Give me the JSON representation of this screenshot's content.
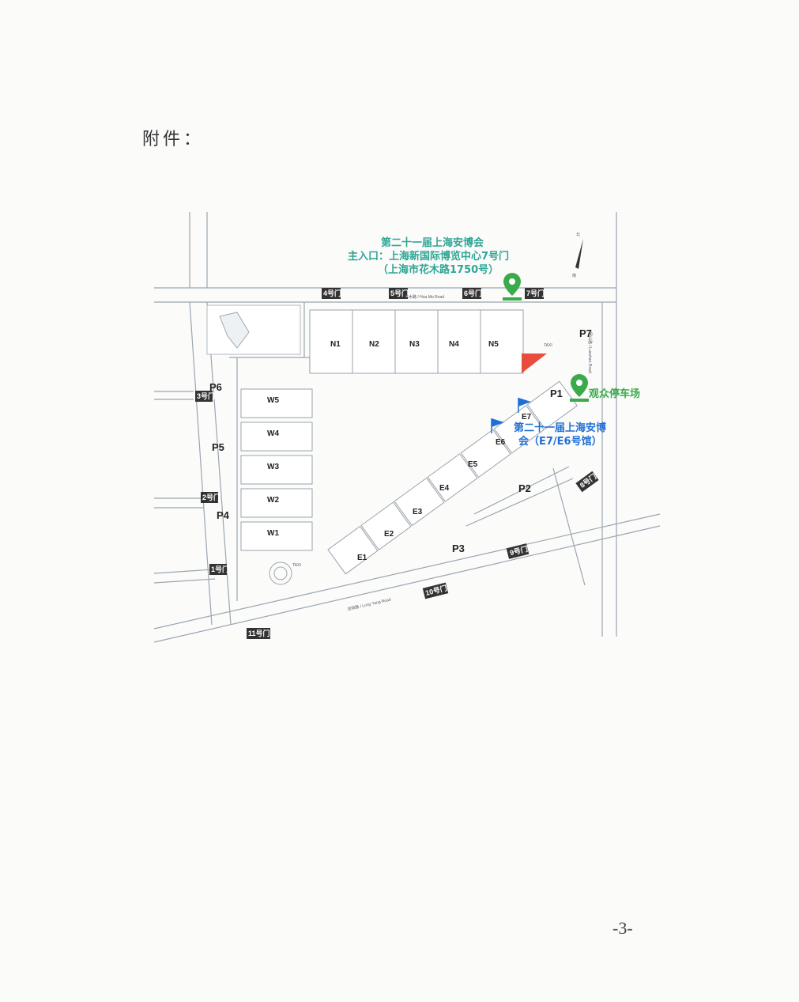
{
  "page": {
    "attachment_label": "附件：",
    "page_number": "-3-"
  },
  "headline": {
    "line1": "第二十一届上海安博会",
    "line2": "主入口：上海新国际博览中心7号门",
    "line3": "（上海市花木路1750号）"
  },
  "visitor_parking_label": "观众停车场",
  "booth_label": {
    "line1": "第二十一届上海安博",
    "line2": "会（E7/E6号馆）"
  },
  "compass": {
    "north": "北",
    "south": "南"
  },
  "halls_north": [
    "N1",
    "N2",
    "N3",
    "N4",
    "N5"
  ],
  "halls_west": [
    "W5",
    "W4",
    "W3",
    "W2",
    "W1"
  ],
  "halls_east": [
    "E7",
    "E6",
    "E5",
    "E4",
    "E3",
    "E2",
    "E1"
  ],
  "parking": [
    "P7",
    "P6",
    "P5",
    "P4",
    "P1",
    "P2",
    "P3"
  ],
  "gates": [
    "1号门",
    "2号门",
    "3号门",
    "4号门",
    "5号门",
    "6号门",
    "7号门",
    "8号门",
    "9号门",
    "10号门",
    "11号门"
  ],
  "taxi_label": "TAXI",
  "road_labels": {
    "huamu": "花木路 / Hua Mu Road",
    "longyang": "龙阳路 / Long Yang Road",
    "luoshan": "罗山路 / Luoshan Road"
  },
  "colors": {
    "teal": "#2fa594",
    "green": "#3aaa4a",
    "blue": "#1f6fd6",
    "red": "#e94b3c"
  }
}
